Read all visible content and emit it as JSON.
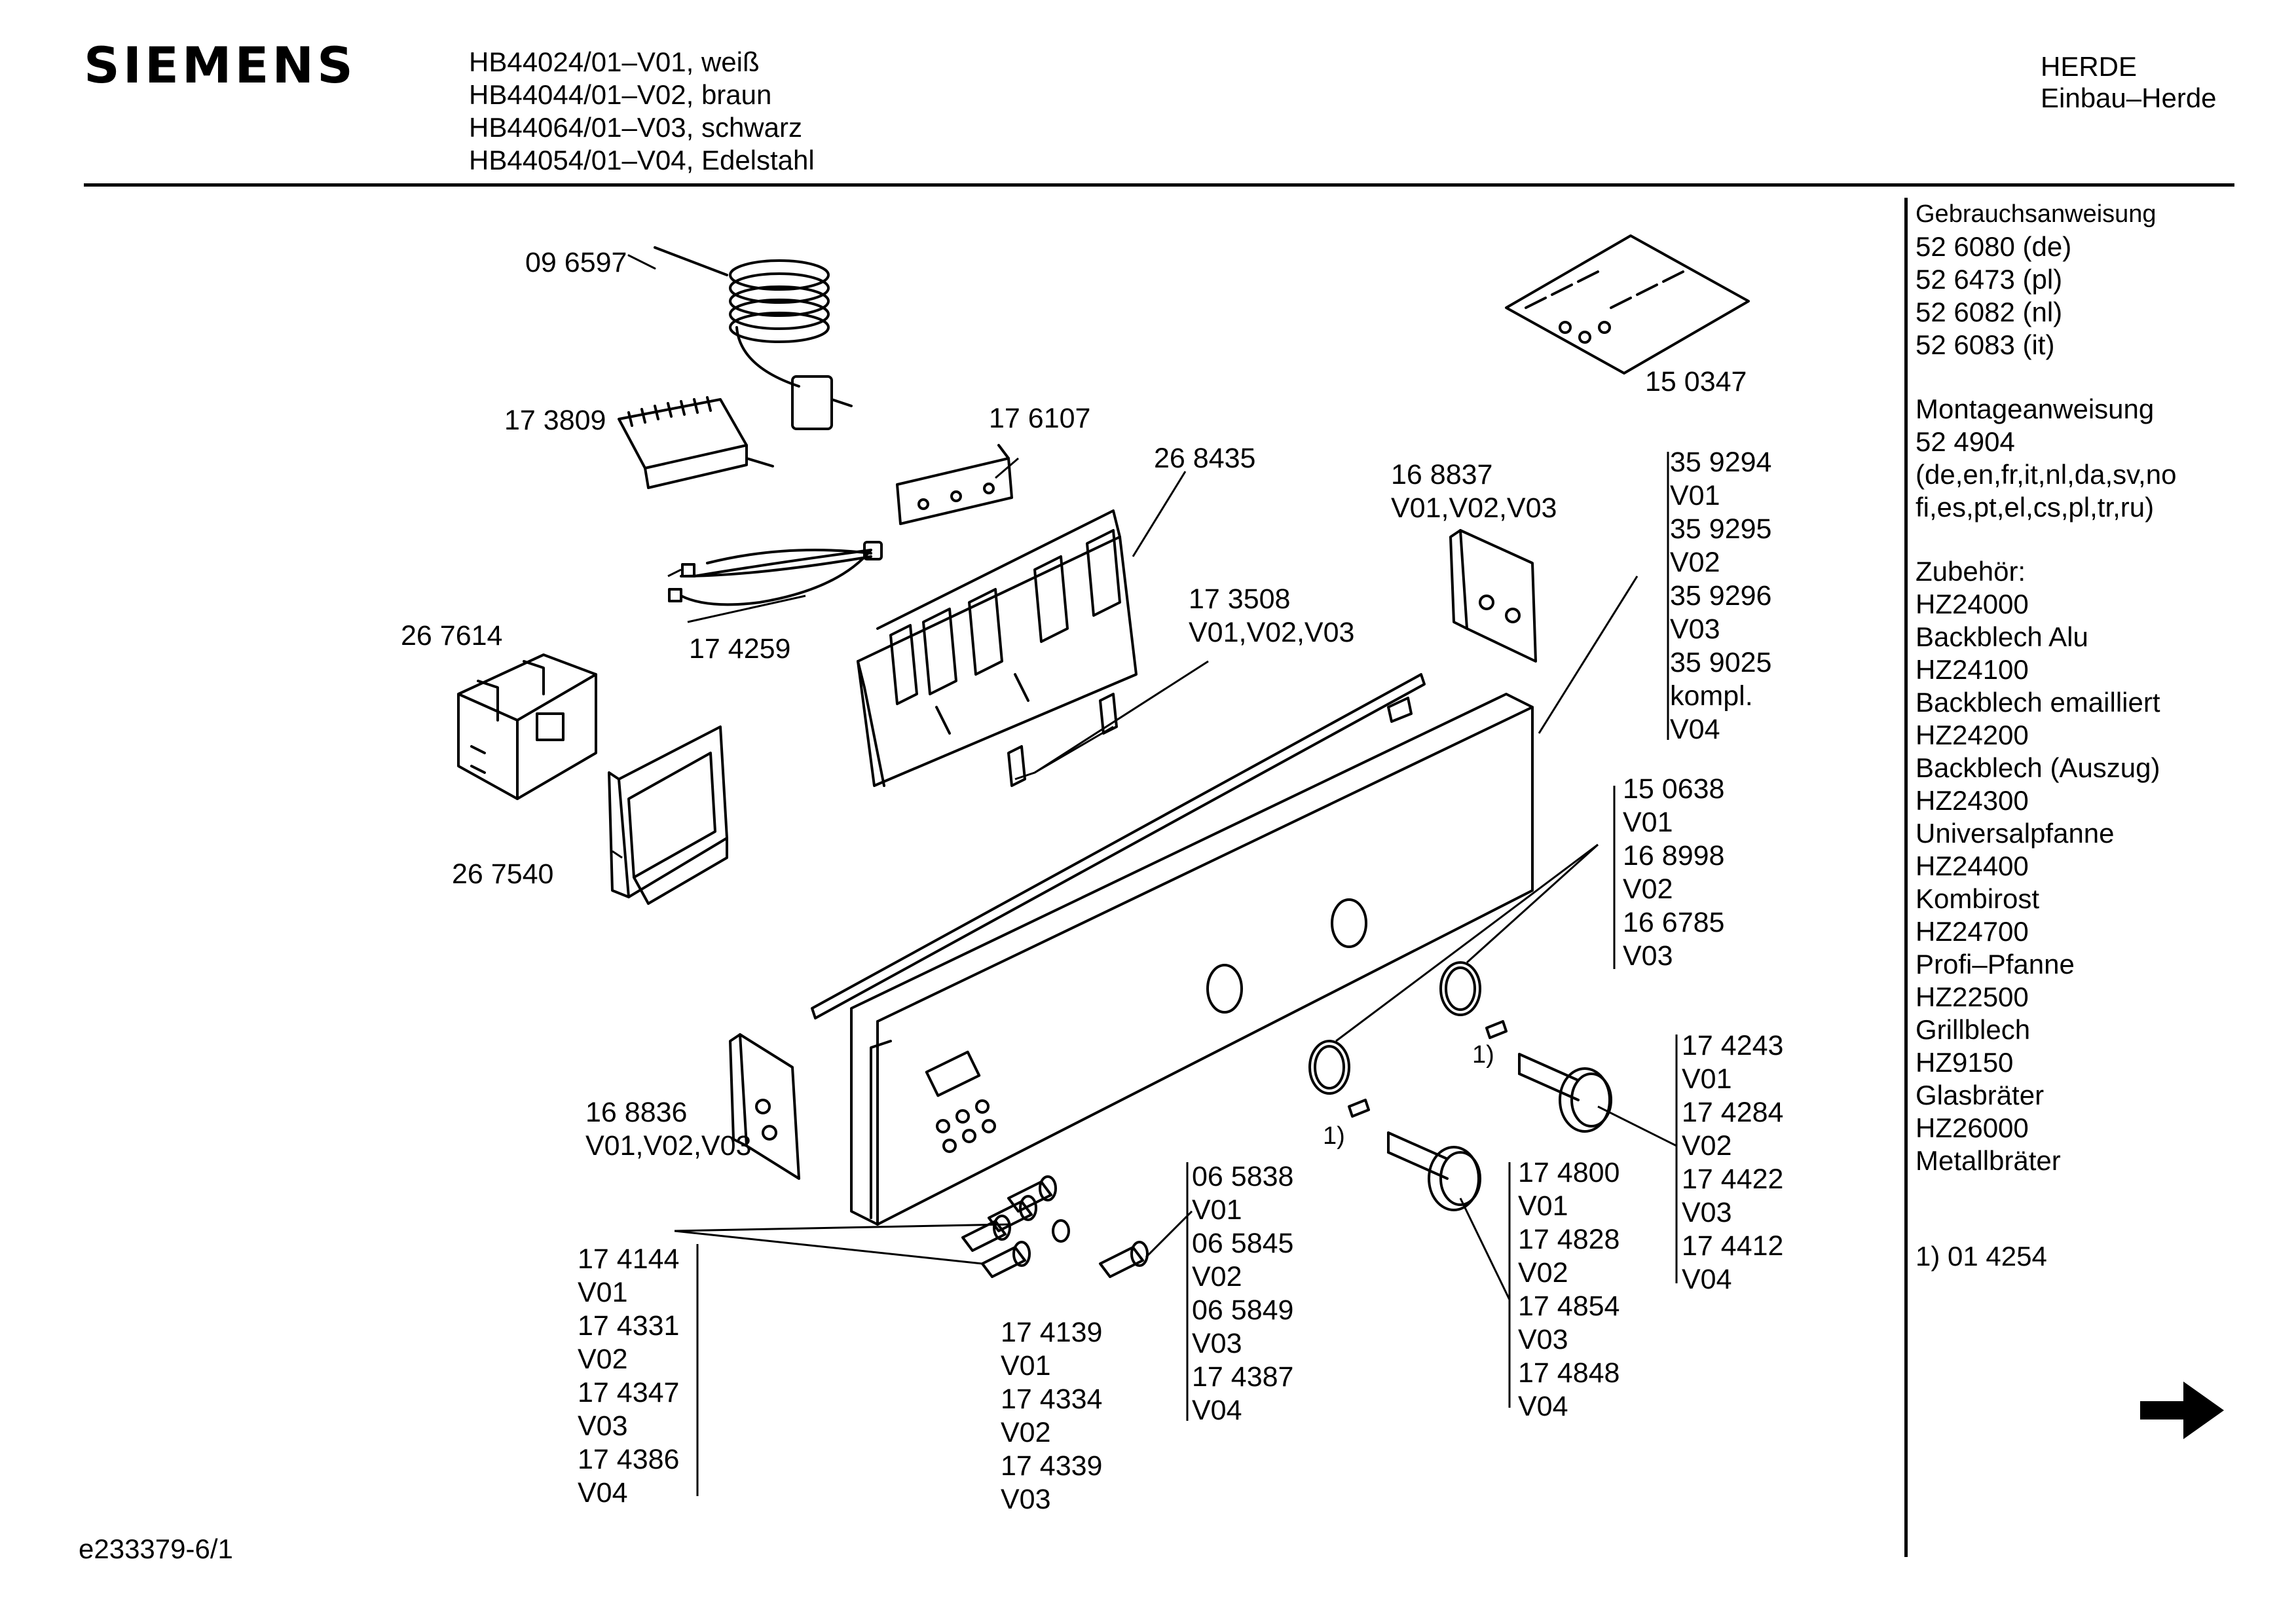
{
  "header": {
    "brand": "SIEMENS",
    "models": [
      "HB44024/01–V01, weiß",
      "HB44044/01–V02, braun",
      "HB44064/01–V03, schwarz",
      "HB44054/01–V04, Edelstahl"
    ],
    "category": [
      "HERDE",
      "Einbau–Herde"
    ]
  },
  "sidebar": {
    "manual_title": "Gebrauchsanweisung",
    "manual_codes": [
      "52 6080 (de)",
      "52 6473 (pl)",
      "52 6082 (nl)",
      "52 6083 (it)"
    ],
    "install_title": "Montageanweisung",
    "install_code": "52 4904",
    "install_langs": [
      "(de,en,fr,it,nl,da,sv,no",
      "fi,es,pt,el,cs,pl,tr,ru)"
    ],
    "accessories_title": "Zubehör:",
    "accessories": [
      "HZ24000",
      "Backblech Alu",
      "HZ24100",
      "Backblech emailliert",
      "HZ24200",
      "Backblech (Auszug)",
      "HZ24300",
      "Universalpfanne",
      "HZ24400",
      "Kombirost",
      "HZ24700",
      "Profi–Pfanne",
      "HZ22500",
      "Grillblech",
      "HZ9150",
      "Glasbräter",
      "HZ26000",
      "Metallbräter"
    ],
    "footnote": "1) 01 4254",
    "next_icon": "arrow-right-icon"
  },
  "parts": {
    "p096597": "09 6597",
    "p173809": "17 3809",
    "p176107": "17 6107",
    "p268435": "26 8435",
    "p174259": "17 4259",
    "p267614": "26 7614",
    "p267540": "26 7540",
    "p150347": "15 0347",
    "p168837": [
      "16 8837",
      "V01,V02,V03"
    ],
    "p173508": [
      "17 3508",
      "V01,V02,V03"
    ],
    "p359294": [
      "35 9294",
      "V01",
      "35 9295",
      "V02",
      "35 9296",
      "V03",
      "35 9025",
      "kompl.",
      "V04"
    ],
    "p150638": [
      "15 0638",
      "V01",
      "16 8998",
      "V02",
      "16 6785",
      "V03"
    ],
    "p174243": [
      "17 4243",
      "V01",
      "17 4284",
      "V02",
      "17 4422",
      "V03",
      "17 4412",
      "V04"
    ],
    "p168836": [
      "16 8836",
      "V01,V02,V03"
    ],
    "p065838": [
      "06 5838",
      "V01",
      "06 5845",
      "V02",
      "06 5849",
      "V03",
      "17 4387",
      "V04"
    ],
    "p174800": [
      "17 4800",
      "V01",
      "17 4828",
      "V02",
      "17 4854",
      "V03",
      "17 4848",
      "V04"
    ],
    "p174144": [
      "17 4144",
      "V01",
      "17 4331",
      "V02",
      "17 4347",
      "V03",
      "17 4386",
      "V04"
    ],
    "p174139": [
      "17 4139",
      "V01",
      "17 4334",
      "V02",
      "17 4339",
      "V03"
    ],
    "footnote_marker": "1)"
  },
  "footer": {
    "drawing_id": "e233379-6/1"
  }
}
